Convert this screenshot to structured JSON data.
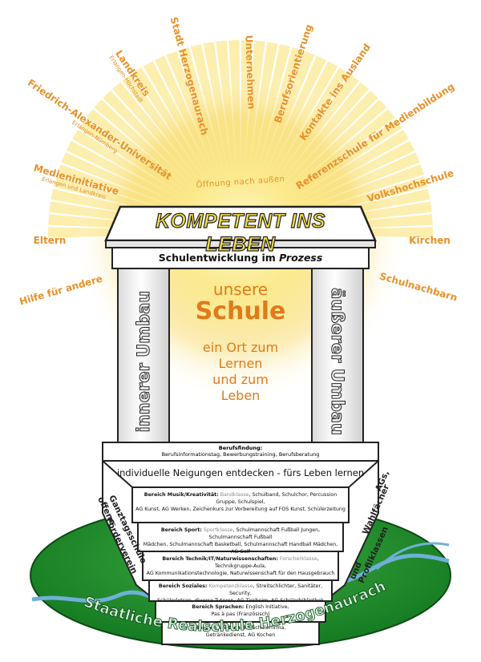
{
  "rays": [
    {
      "label": "Stadt Herzogenaurach"
    },
    {
      "label": "Unternehmen"
    },
    {
      "label": "Berufsorientierung"
    },
    {
      "label": "Kontakte ins Ausland"
    },
    {
      "label": "Referenzschule für Medienbildung"
    },
    {
      "label": "Volkshochschule"
    },
    {
      "label": "Kirchen"
    },
    {
      "label": "Schulnachbarn"
    },
    {
      "label": "Landkreis",
      "sub": "Erlangen-Höchstadt"
    },
    {
      "label": "Friedrich-Alexander-Universität",
      "sub": "Erlangen-Nürnberg"
    },
    {
      "label": "Medieninitiative",
      "sub": "Erlangen und Landkreis"
    },
    {
      "label": "Eltern"
    },
    {
      "label": "Hilfe für andere"
    }
  ],
  "opening": "Öffnung nach außen",
  "title": "KOMPETENT INS LEBEN",
  "subtitle_a": "Schulentwicklung im ",
  "subtitle_b": "Prozess",
  "pillar_left": "innerer Umbau",
  "pillar_right": "äußerer Umbau",
  "center": {
    "line1": "unsere",
    "line2": "Schule",
    "line3": "ein Ort zum",
    "line4": "Lernen",
    "line5": "und zum",
    "line6": "Leben"
  },
  "berufsfindung": {
    "head": "Berufsfindung:",
    "text": "Berufsinformationstag, Bewerbungstraining, Berufsberatung"
  },
  "banner": "individuelle Neigungen entdecken - fürs Leben lernen",
  "left_side": [
    "offene",
    "Ganztagsschule",
    "Förderverein"
  ],
  "right_side": [
    "AGs,",
    "Wahlfächer",
    "und Profilklassen"
  ],
  "steps": [
    {
      "head": "Bereich Musik/Kreativität:",
      "hl": "Bandklasse",
      "text": ", Schulband, Schulchor, Percussion Gruppe, Schulspiel,",
      "text2": "AG Kunst, AG Werken, Zeichenkurs zur Vorbereitung auf FOS Kunst, Schülerzeitung"
    },
    {
      "head": "Bereich Sport:",
      "hl": "Sportklasse",
      "text": ", Schulmannschaft Fußball Jungen, Schulmannschaft Fußball",
      "text2": "Mädchen, Schulmannschaft Basketball, Schulmannschaft Handball Mädchen, AG Golf"
    },
    {
      "head": "Bereich Technik/IT/Naturwissenschaften:",
      "hl": "Forscherklasse",
      "text": ", Technikgruppe-Aula,",
      "text2": "AG Kommunikationstechnologie, Naturwissenschaft für den Hausgebrauch"
    },
    {
      "head": "Bereich Soziales:",
      "hl": "Kompetenzklasse",
      "text": ", Streitschlichter, Sanitäter, Security,",
      "text2": "Schülerlotsen, diverse Tutoren, AG Tierheim, AG Schülerbibliothek"
    },
    {
      "head": "Bereich Sprachen:",
      "hl": "",
      "text": "English Initiative,",
      "text2": "Pas à pas (Französisch)"
    },
    {
      "head": "Bereich Wirtschaft:",
      "hl": "",
      "text": "Schülerfirma,",
      "text2": "Getränkedienst, AG Kochen"
    }
  ],
  "school_name": "Staatliche Realschule Herzogenaurach",
  "colors": {
    "orange": "#e8912a",
    "yellow": "#f7e04a",
    "green": "#1f8a2a",
    "river": "#6fb0d8",
    "dark": "#222222"
  }
}
